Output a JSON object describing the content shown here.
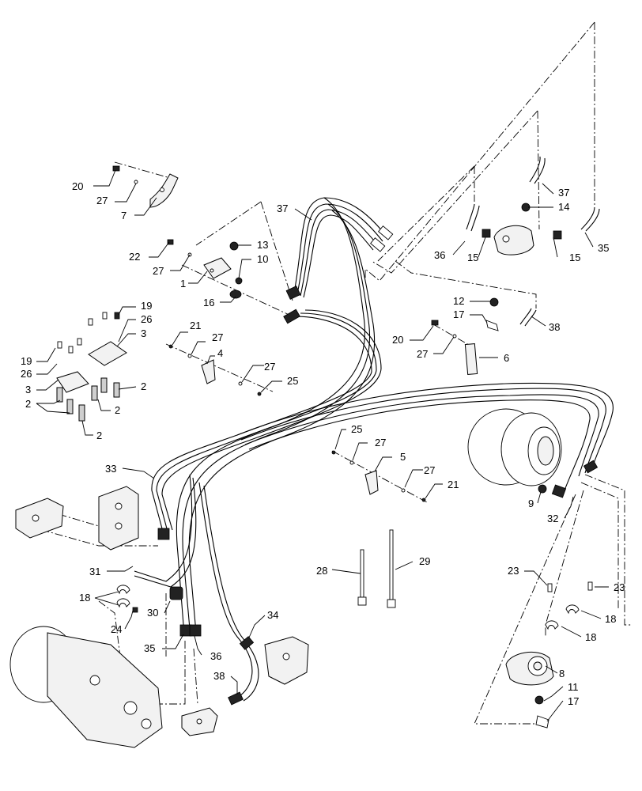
{
  "callouts": [
    {
      "id": "c1",
      "label": "20"
    },
    {
      "id": "c2",
      "label": "27"
    },
    {
      "id": "c3",
      "label": "7"
    },
    {
      "id": "c4",
      "label": "37"
    },
    {
      "id": "c5",
      "label": "37"
    },
    {
      "id": "c6",
      "label": "14"
    },
    {
      "id": "c7",
      "label": "36"
    },
    {
      "id": "c8",
      "label": "15"
    },
    {
      "id": "c9",
      "label": "15"
    },
    {
      "id": "c10",
      "label": "35"
    },
    {
      "id": "c11",
      "label": "22"
    },
    {
      "id": "c12",
      "label": "13"
    },
    {
      "id": "c13",
      "label": "27"
    },
    {
      "id": "c14",
      "label": "10"
    },
    {
      "id": "c15",
      "label": "1"
    },
    {
      "id": "c16",
      "label": "16"
    },
    {
      "id": "c17",
      "label": "12"
    },
    {
      "id": "c18",
      "label": "17"
    },
    {
      "id": "c19",
      "label": "38"
    },
    {
      "id": "c20",
      "label": "19"
    },
    {
      "id": "c21",
      "label": "26"
    },
    {
      "id": "c22",
      "label": "3"
    },
    {
      "id": "c23",
      "label": "21"
    },
    {
      "id": "c24",
      "label": "27"
    },
    {
      "id": "c25",
      "label": "4"
    },
    {
      "id": "c26",
      "label": "20"
    },
    {
      "id": "c27",
      "label": "27"
    },
    {
      "id": "c28",
      "label": "6"
    },
    {
      "id": "c29",
      "label": "19"
    },
    {
      "id": "c30",
      "label": "26"
    },
    {
      "id": "c31",
      "label": "3"
    },
    {
      "id": "c32",
      "label": "2"
    },
    {
      "id": "c33",
      "label": "27"
    },
    {
      "id": "c34",
      "label": "25"
    },
    {
      "id": "c35",
      "label": "2"
    },
    {
      "id": "c36",
      "label": "2"
    },
    {
      "id": "c37",
      "label": "2"
    },
    {
      "id": "c38",
      "label": "25"
    },
    {
      "id": "c39",
      "label": "27"
    },
    {
      "id": "c40",
      "label": "5"
    },
    {
      "id": "c41",
      "label": "27"
    },
    {
      "id": "c42",
      "label": "21"
    },
    {
      "id": "c43",
      "label": "33"
    },
    {
      "id": "c44",
      "label": "9"
    },
    {
      "id": "c45",
      "label": "32"
    },
    {
      "id": "c46",
      "label": "28"
    },
    {
      "id": "c47",
      "label": "29"
    },
    {
      "id": "c48",
      "label": "31"
    },
    {
      "id": "c49",
      "label": "23"
    },
    {
      "id": "c50",
      "label": "23"
    },
    {
      "id": "c51",
      "label": "18"
    },
    {
      "id": "c52",
      "label": "18"
    },
    {
      "id": "c53",
      "label": "18"
    },
    {
      "id": "c54",
      "label": "30"
    },
    {
      "id": "c55",
      "label": "24"
    },
    {
      "id": "c56",
      "label": "34"
    },
    {
      "id": "c57",
      "label": "35"
    },
    {
      "id": "c58",
      "label": "36"
    },
    {
      "id": "c59",
      "label": "8"
    },
    {
      "id": "c60",
      "label": "38"
    },
    {
      "id": "c61",
      "label": "11"
    },
    {
      "id": "c62",
      "label": "17"
    }
  ]
}
